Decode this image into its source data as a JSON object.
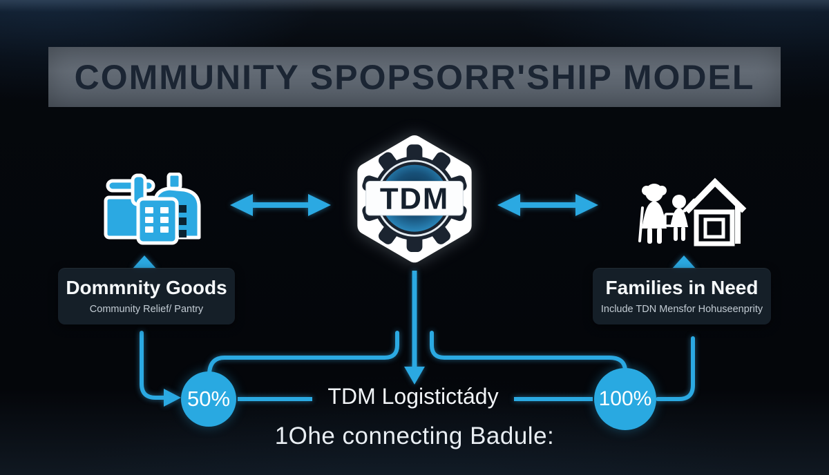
{
  "title_banner": {
    "text": "COMMUNITY SPOPSORR'SHIP MODEL"
  },
  "center_badge": {
    "label": "TDM",
    "icon": "gear-hexagon-badge-icon"
  },
  "nodes": {
    "left": {
      "title": "Dommnity Goods",
      "subtitle": "Community Relief/ Pantry",
      "icon": "donation-box-building-icon"
    },
    "right": {
      "title": "Families in Need",
      "subtitle": "Include TDN Mensfor Hohuseenprity",
      "icon": "family-with-house-icon"
    }
  },
  "flow": {
    "left_percentage": "50%",
    "right_percentage": "100%",
    "hub_label": "TDM Logistictády",
    "caption": "1Ohe connecting Badule:"
  },
  "colors": {
    "accent_blue": "#2BA9E2",
    "circle_blue": "#29A9E1",
    "banner_gray": "#5E6670",
    "title_text": "#1B2533",
    "node_box_bg": "#16212B",
    "background": "#05080D",
    "icon_white": "#FFFFFF",
    "gear_dark": "#1B2430"
  }
}
